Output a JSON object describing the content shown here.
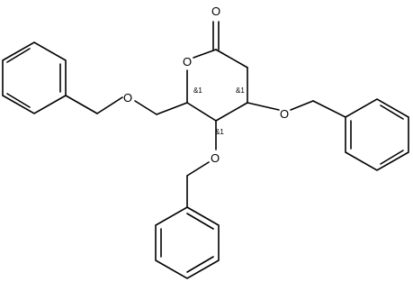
{
  "atoms": {
    "ring_oxygen": "O",
    "carbonyl_oxygen": "O",
    "ether_oxygen_c6": "O",
    "ether_oxygen_c4": "O",
    "ether_oxygen_c3": "O"
  },
  "stereo_labels": {
    "c5": "&1",
    "c4": "&1",
    "c3": "&1"
  }
}
